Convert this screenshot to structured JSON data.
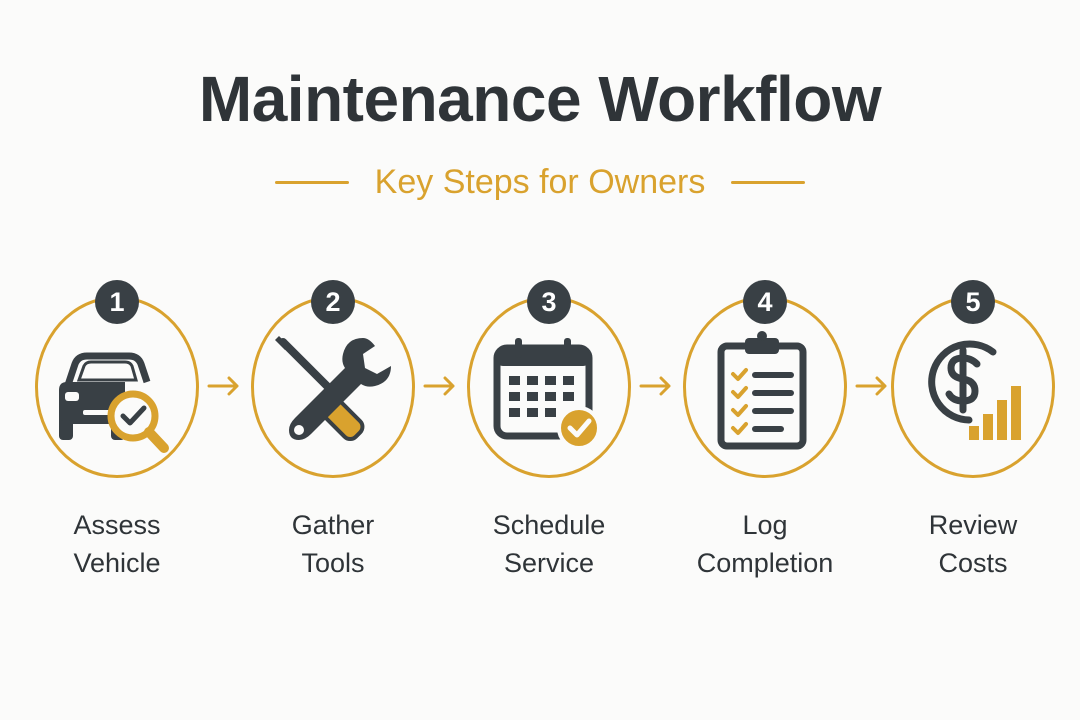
{
  "header": {
    "title": "Maintenance Workflow",
    "subtitle": "Key Steps for Owners"
  },
  "colors": {
    "accent": "#d9a22e",
    "dark": "#394045",
    "text": "#2f3438",
    "background": "#fbfbfa"
  },
  "steps": [
    {
      "number": "1",
      "label_line1": "Assess",
      "label_line2": "Vehicle",
      "icon": "car-inspection-icon"
    },
    {
      "number": "2",
      "label_line1": "Gather",
      "label_line2": "Tools",
      "icon": "wrench-screwdriver-icon"
    },
    {
      "number": "3",
      "label_line1": "Schedule",
      "label_line2": "Service",
      "icon": "calendar-check-icon"
    },
    {
      "number": "4",
      "label_line1": "Log",
      "label_line2": "Completion",
      "icon": "clipboard-checklist-icon"
    },
    {
      "number": "5",
      "label_line1": "Review",
      "label_line2": "Costs",
      "icon": "dollar-chart-icon"
    }
  ]
}
